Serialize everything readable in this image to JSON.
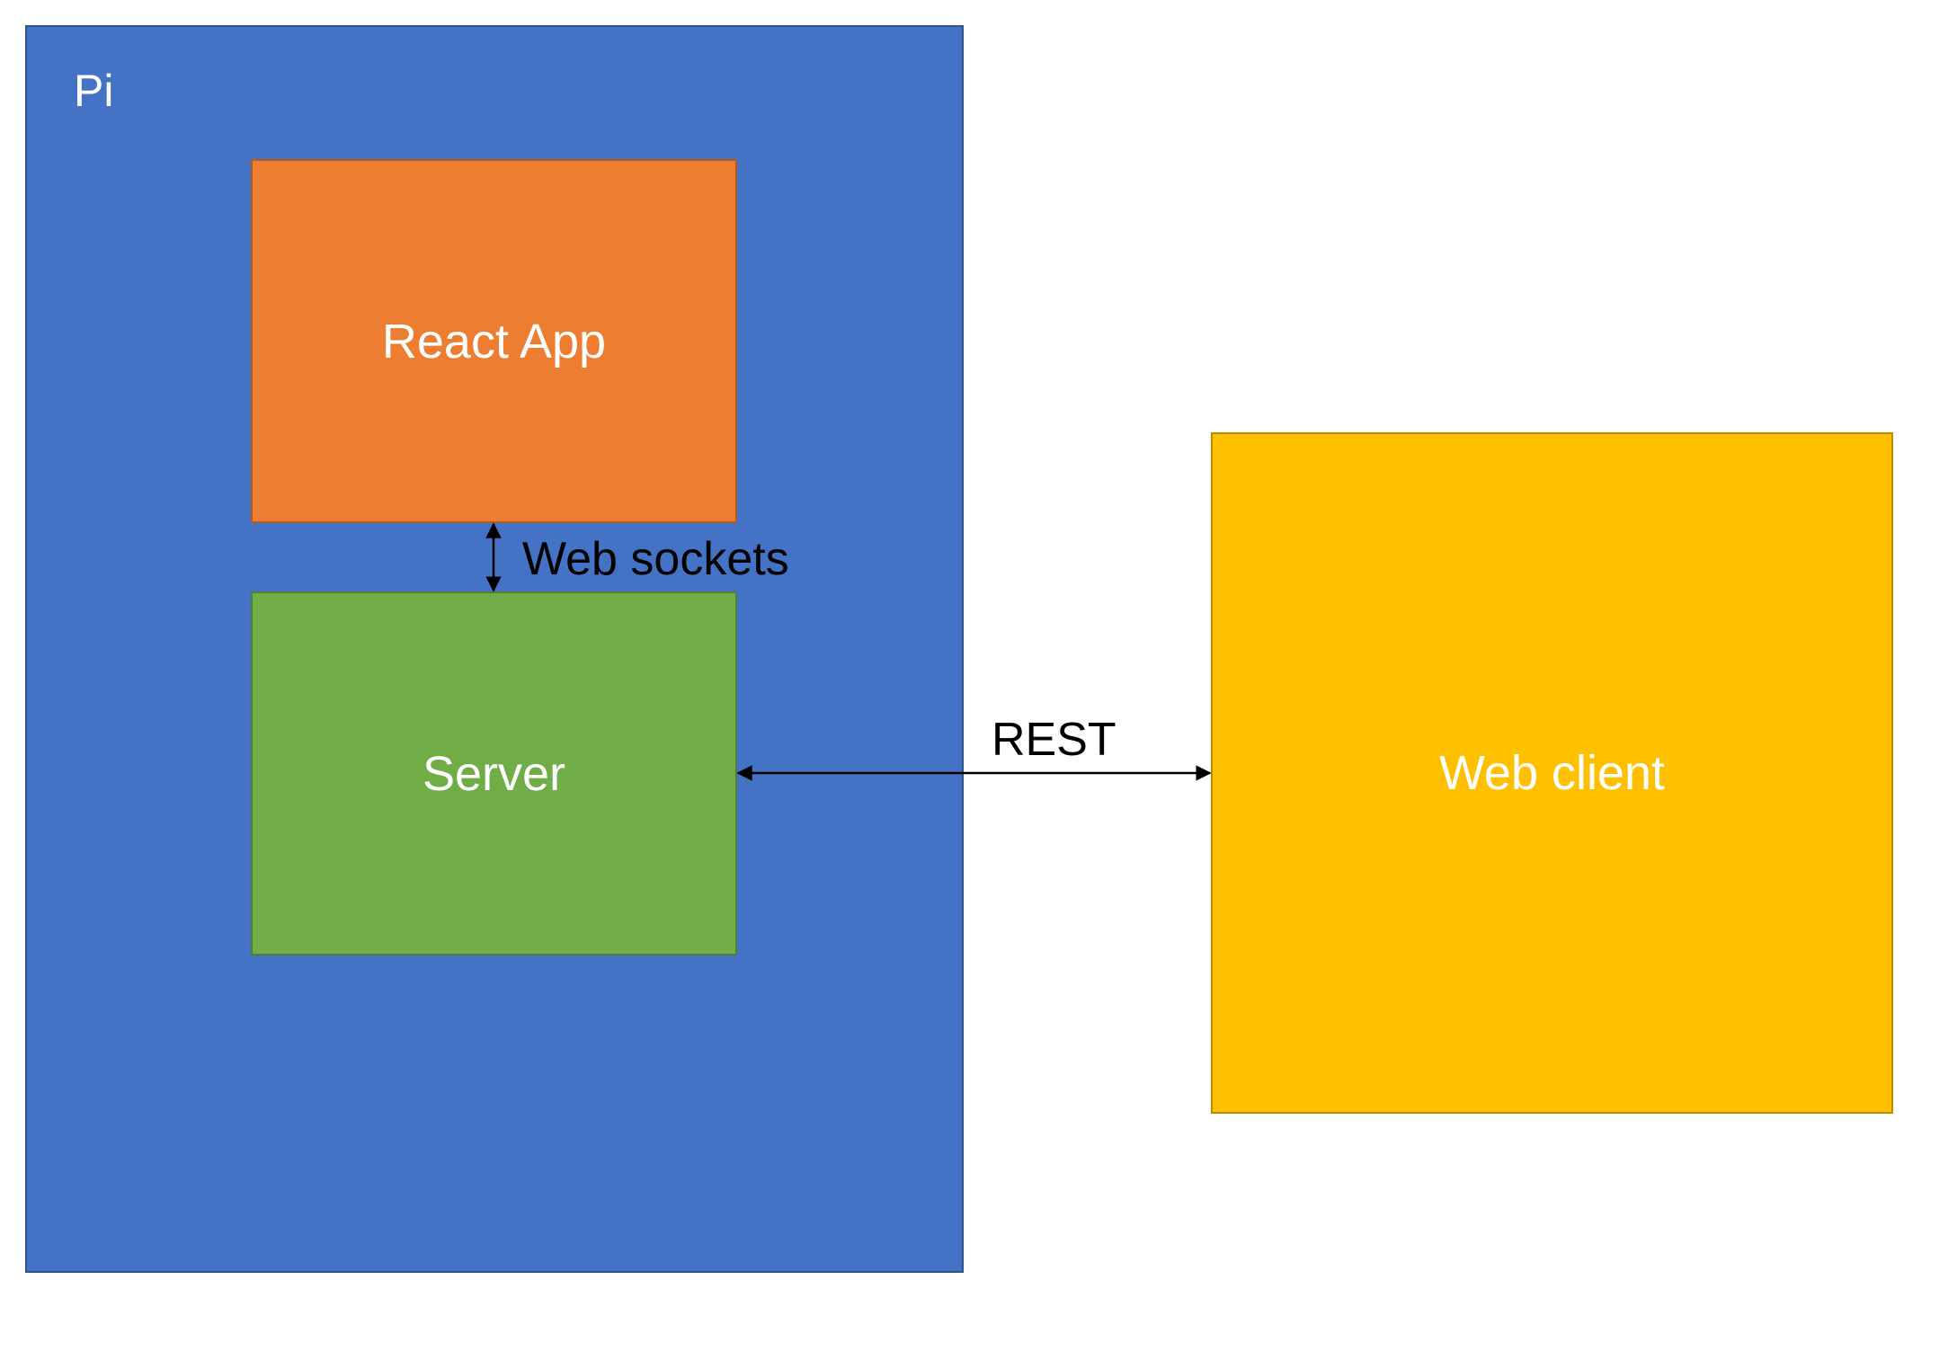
{
  "colors": {
    "pi": "#4472C4",
    "react": "#ED7D31",
    "server": "#70AD47",
    "client": "#FFC000",
    "text_on_box": "#FFFFFF",
    "connector": "#000000"
  },
  "pi": {
    "label": "Pi"
  },
  "react_app": {
    "label": "React App"
  },
  "server": {
    "label": "Server"
  },
  "web_client": {
    "label": "Web client"
  },
  "connections": {
    "react_server": {
      "label": "Web sockets",
      "arrow": "bidirectional"
    },
    "server_client": {
      "label": "REST",
      "arrow": "bidirectional"
    }
  }
}
